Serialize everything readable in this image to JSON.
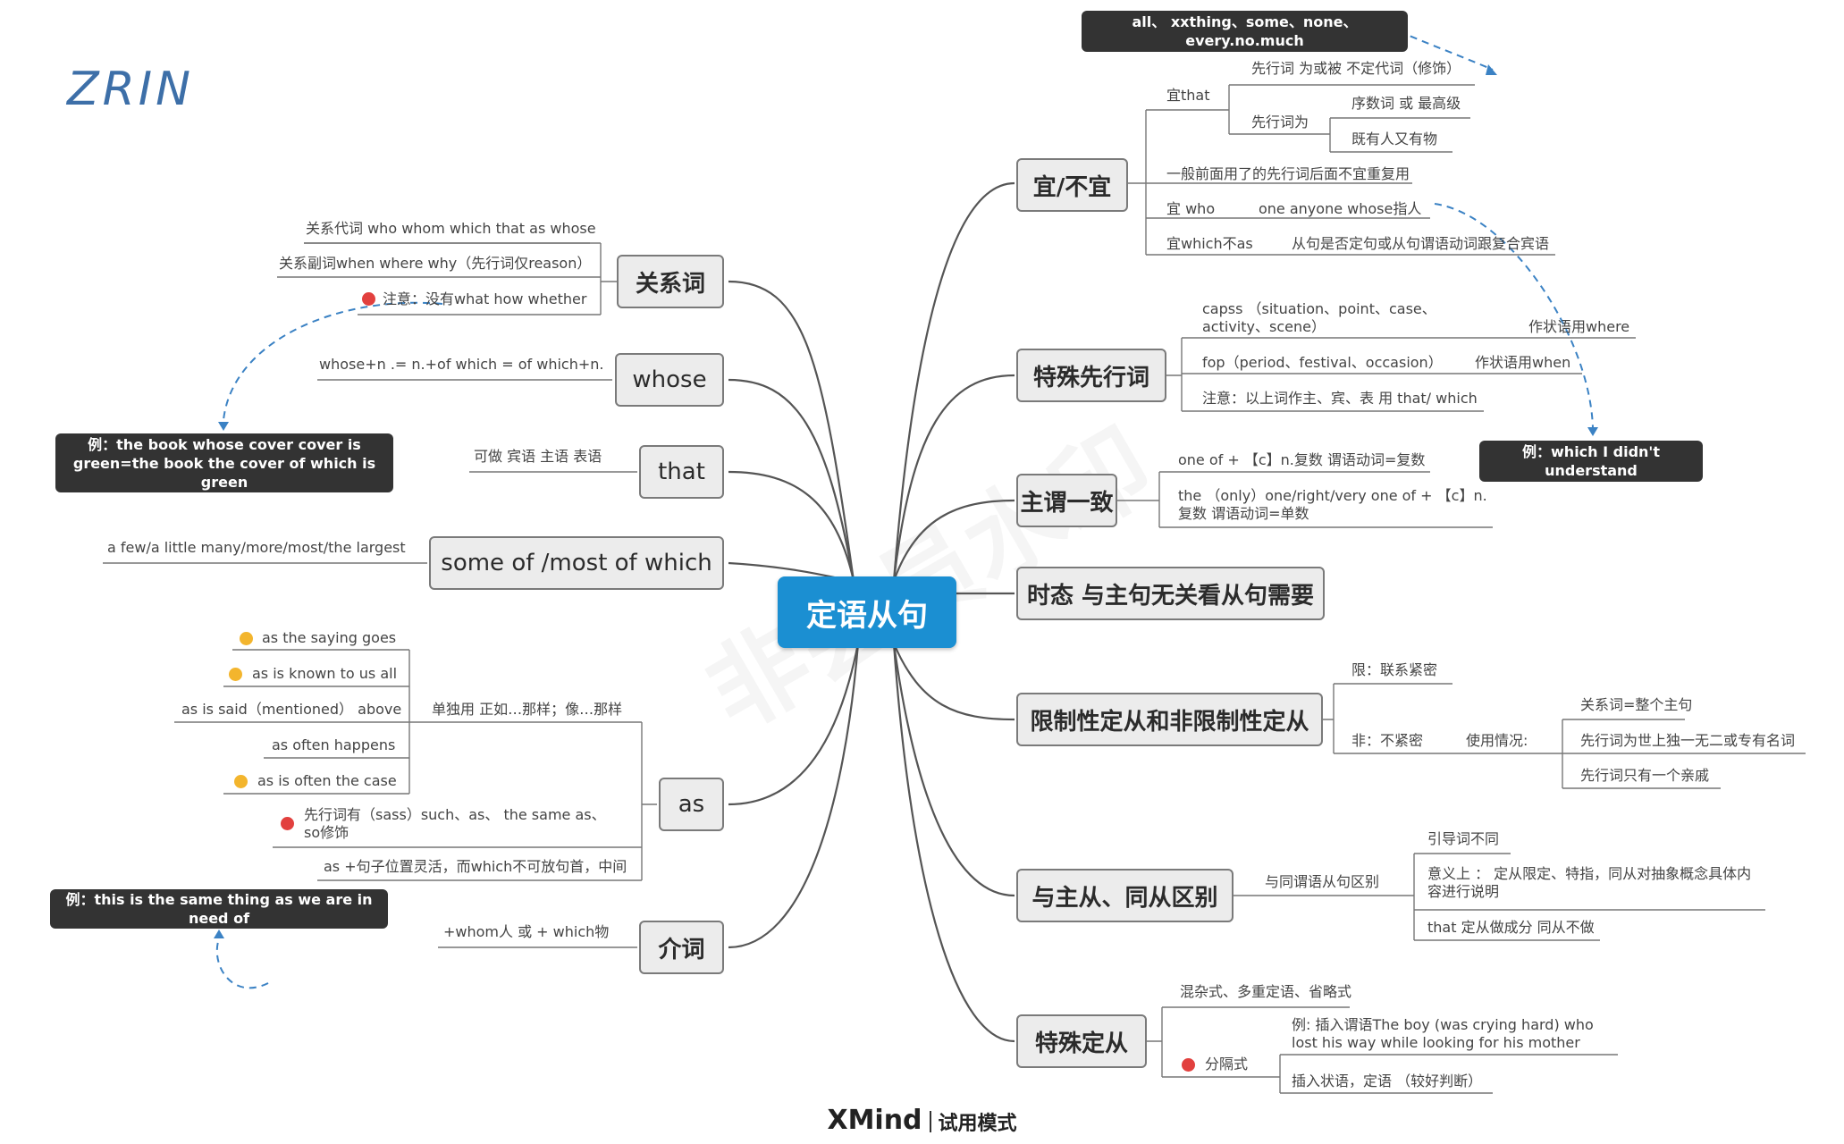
{
  "signature": "ZRIN",
  "watermark": "非会员水印",
  "center": "定语从句",
  "footer": {
    "brand": "XMind",
    "mode": "试用模式"
  },
  "left": {
    "relword": {
      "title": "关系词",
      "items": [
        "关系代词 who whom which that as whose",
        "关系副词when where why（先行词仅reason）",
        "注意：没有what how whether"
      ]
    },
    "whose": {
      "title": "whose",
      "item": "whose+n .= n.+of which = of which+n."
    },
    "that": {
      "title": "that",
      "item": "可做 宾语 主语 表语"
    },
    "someof": {
      "title": "some of /most of which",
      "item": "a few/a little many/more/most/the largest"
    },
    "as": {
      "title": "as",
      "sub_label": "单独用  正如…那样；像…那样",
      "phrases": [
        "as the saying goes",
        "as is known to us all",
        "as is said（mentioned） above",
        "as often happens",
        "as is often the case"
      ],
      "note1": "先行词有（sass）such、as、 the same as、so修饰",
      "note2": "as +句子位置灵活，而which不可放句首，中间"
    },
    "prep": {
      "title": "介词",
      "item": "+whom人  或 + which物"
    },
    "example_whose": "例：the book whose cover cover is green=the book the cover of which is green",
    "example_as": "例：this is the same thing as we are in need of"
  },
  "right": {
    "yi": {
      "title": "宜/不宜",
      "that_label": "宜that",
      "that_sub1": "先行词 为或被 不定代词（修饰）",
      "xianxing_label": "先行词为",
      "xianxing_sub": [
        "序数词 或  最高级",
        "既有人又有物"
      ],
      "item_general": "一般前面用了的先行词后面不宜重复用",
      "who_label": "宜 who",
      "who_sub": "one anyone whose指人",
      "whichas_label": "宜which不as",
      "whichas_sub": "从句是否定句或从句谓语动词跟复合宾语"
    },
    "example_top": "all、 xxthing、some、none、every.no.much",
    "example_right": "例：which I didn't understand",
    "special": {
      "title": "特殊先行词",
      "capss": "capss （situation、point、case、activity、scene）",
      "capss_note": "作状语用where",
      "fop": "fop（period、festival、occasion）",
      "fop_note": "作状语用when",
      "note": "注意：以上词作主、宾、表 用 that/ which"
    },
    "agree": {
      "title": "主谓一致",
      "item1": "one of + 【c】n.复数   谓语动词=复数",
      "item2": "the （only）one/right/very one of + 【c】n.复数   谓语动词=单数"
    },
    "tense": {
      "title": "时态 与主句无关看从句需要"
    },
    "restrict": {
      "title": "限制性定从和非限制性定从",
      "limit": "限：联系紧密",
      "non": "非：不紧密",
      "usage": "使用情况:",
      "usage_items": [
        "关系词=整个主句",
        "先行词为世上独一无二或专有名词",
        "先行词只有一个亲戚"
      ]
    },
    "diff": {
      "title": "与主从、同从区别",
      "label": "与同谓语从句区别",
      "items": [
        "引导词不同",
        "意义上   ：  定从限定、特指，同从对抽象概念具体内容进行说明",
        "that 定从做成分  同从不做"
      ]
    },
    "specialclause": {
      "title": "特殊定从",
      "mixed": "混杂式、多重定语、省略式",
      "split": "分隔式",
      "split_items": [
        "例: 插入谓语The boy (was crying hard) who lost his way while looking for his mother",
        "插入状语，定语 （较好判断）"
      ]
    }
  }
}
